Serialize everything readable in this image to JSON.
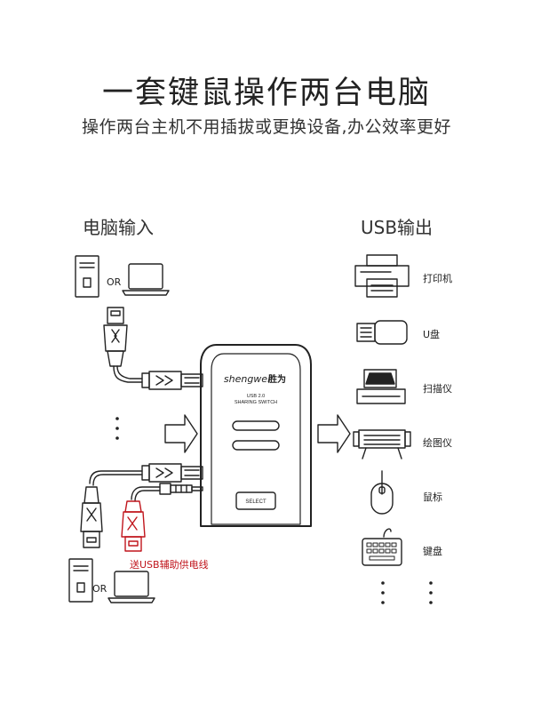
{
  "header": {
    "title": "一套键鼠操作两台电脑",
    "subtitle": "操作两台主机不用插拔或更换设备,办公效率更好"
  },
  "input": {
    "heading": "电脑输入",
    "or_top": "OR",
    "or_bottom": "OR",
    "aux_power_label": "送USB辅助供电线"
  },
  "switch": {
    "brand_en": "shengwei",
    "brand_cn": "胜为",
    "model_line1": "USB 2.0",
    "model_line2": "SHARING SWITCH",
    "button_label": "SELECT"
  },
  "output": {
    "heading": "USB输出",
    "devices": [
      {
        "label": "打印机",
        "icon": "printer-icon"
      },
      {
        "label": "U盘",
        "icon": "usb-drive-icon"
      },
      {
        "label": "扫描仪",
        "icon": "scanner-icon"
      },
      {
        "label": "绘图仪",
        "icon": "plotter-icon"
      },
      {
        "label": "鼠标",
        "icon": "mouse-icon"
      },
      {
        "label": "键盘",
        "icon": "keyboard-icon"
      }
    ]
  },
  "colors": {
    "accent_red": "#c0151c",
    "line": "#222222"
  }
}
